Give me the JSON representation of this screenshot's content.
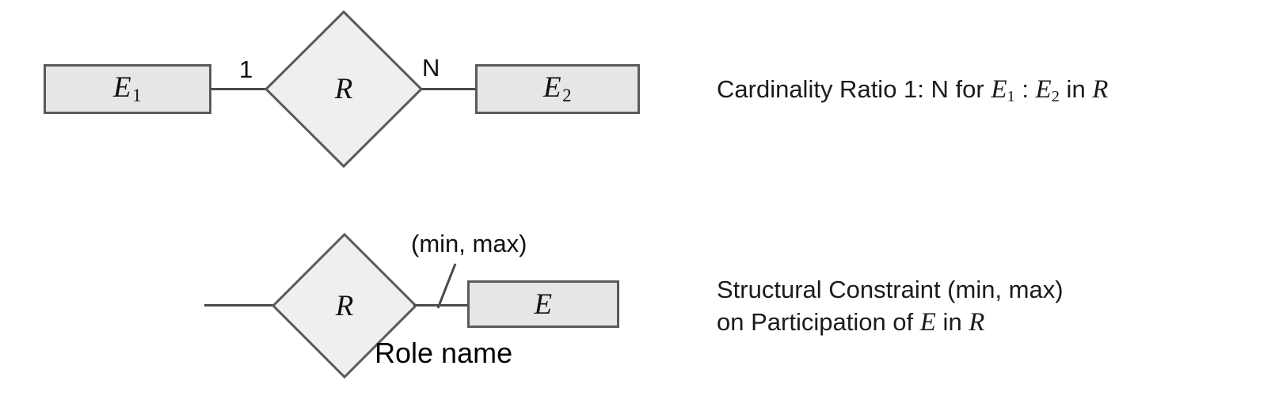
{
  "figure": {
    "kind": "er-notation-legend",
    "background": "#ffffff",
    "shape_fill": "#e6e6e4",
    "diamond_fill": "#f0efed",
    "stroke": "#5a5a5a",
    "text_color": "#1a1a1a"
  },
  "row1": {
    "entity_left": {
      "base": "E",
      "subscript": "1"
    },
    "entity_right": {
      "base": "E",
      "subscript": "2"
    },
    "relationship": "R",
    "cardinality_left": "1",
    "cardinality_right": "N",
    "caption": {
      "prefix": "Cardinality Ratio 1: N for ",
      "entity_one_base": "E",
      "entity_one_sub": "1",
      "separator": " : ",
      "entity_two_base": "E",
      "entity_two_sub": "2",
      "mid": " in ",
      "relationship": "R",
      "full_text": "Cardinality Ratio 1: N for E1 : E2 in R"
    }
  },
  "row2": {
    "relationship": "R",
    "entity": "E",
    "structural_constraint_label": "(min, max)",
    "role_name_label": "Role name",
    "caption": {
      "line1": "Structural Constraint (min, max)",
      "line2_prefix": "on Participation of ",
      "line2_entity": "E",
      "line2_mid": " in ",
      "line2_relationship": "R",
      "full_text": "Structural Constraint (min, max) on Participation of E in R"
    }
  }
}
